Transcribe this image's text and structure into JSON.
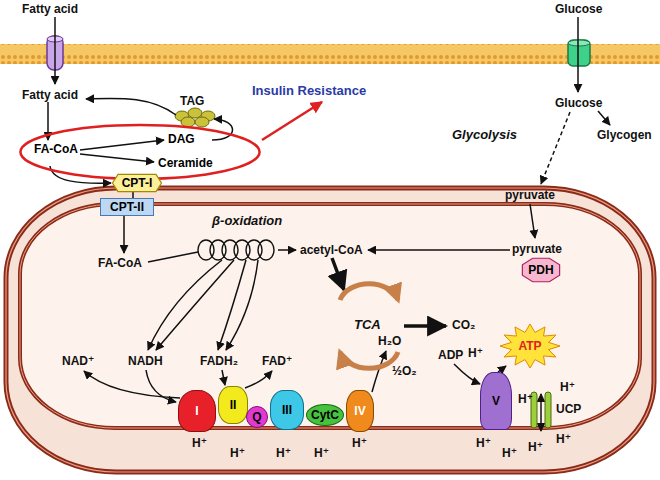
{
  "diagram": {
    "nodes": [
      {
        "text": [
          "FA-CoA",
          "DAG",
          "Ceramide"
        ]
      },
      {
        "text": [
          "CPT-I"
        ]
      },
      {
        "text": [
          "CPT-II"
        ]
      },
      {
        "text": [
          "PDH"
        ]
      },
      {
        "text": [
          "I"
        ]
      },
      {
        "text": [
          "II"
        ]
      },
      {
        "text": [
          "Q"
        ]
      },
      {
        "text": [
          "III"
        ]
      },
      {
        "text": [
          "CytC"
        ]
      },
      {
        "text": [
          "IV"
        ]
      },
      {
        "text": [
          "V"
        ]
      },
      {
        "text": [
          "ATP"
        ]
      }
    ],
    "edges": [
      {
        "from": 1,
        "to": 2,
        "arrow": "none"
      }
    ],
    "labels": [
      "Fatty acid",
      "Glucose",
      "Fatty acid",
      "TAG",
      "Insulin Resistance",
      "Glycolysis",
      "Glucose",
      "Glycogen",
      "pyruvate",
      "β-oxidation",
      "FA-CoA",
      "acetyl-CoA",
      "pyruvate",
      "TCA",
      "CO₂",
      "NAD⁺",
      "NADH",
      "FADH₂",
      "FAD⁺",
      "H₂O",
      "½O₂",
      "ADP",
      "H⁺",
      "UCP",
      "H⁺",
      "H⁺",
      "H⁺",
      "H⁺",
      "H⁺",
      "H⁺",
      "H⁺",
      "H⁺",
      "H⁺",
      "H⁺",
      "H⁺"
    ]
  }
}
